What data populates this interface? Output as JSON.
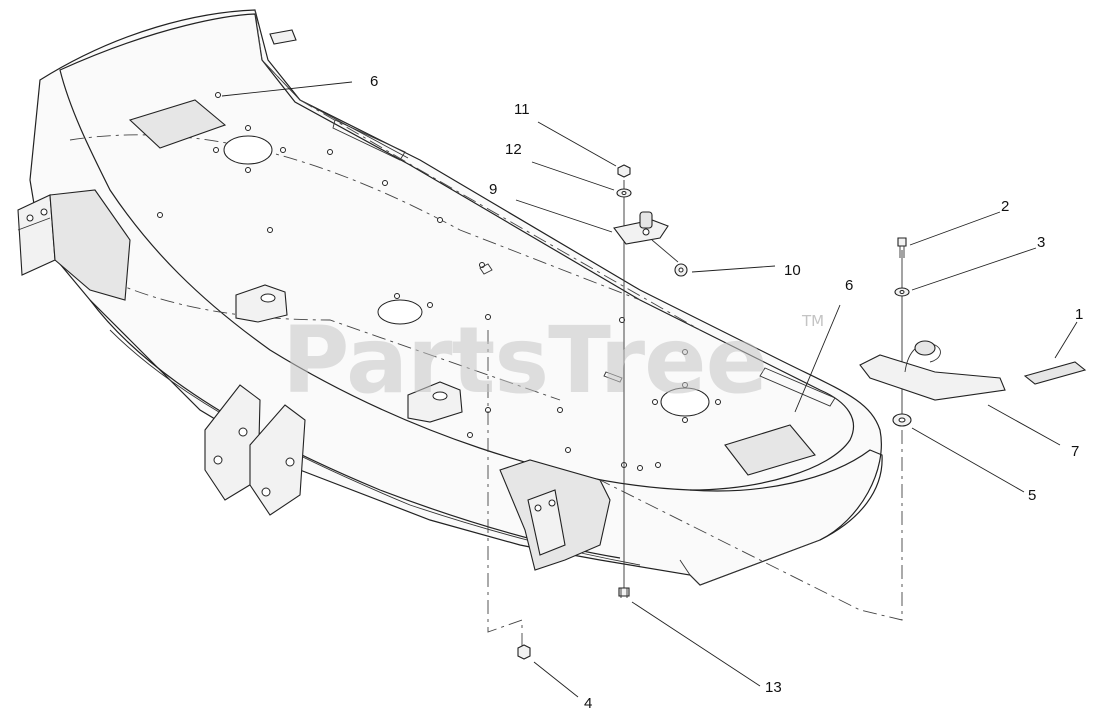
{
  "watermark": {
    "text": "PartsTree",
    "trademark": "TM"
  },
  "callouts": {
    "c1": "1",
    "c2": "2",
    "c3": "3",
    "c4": "4",
    "c5": "5",
    "c6a": "6",
    "c6b": "6",
    "c7": "7",
    "c9": "9",
    "c10": "10",
    "c11": "11",
    "c12": "12",
    "c13": "13"
  }
}
